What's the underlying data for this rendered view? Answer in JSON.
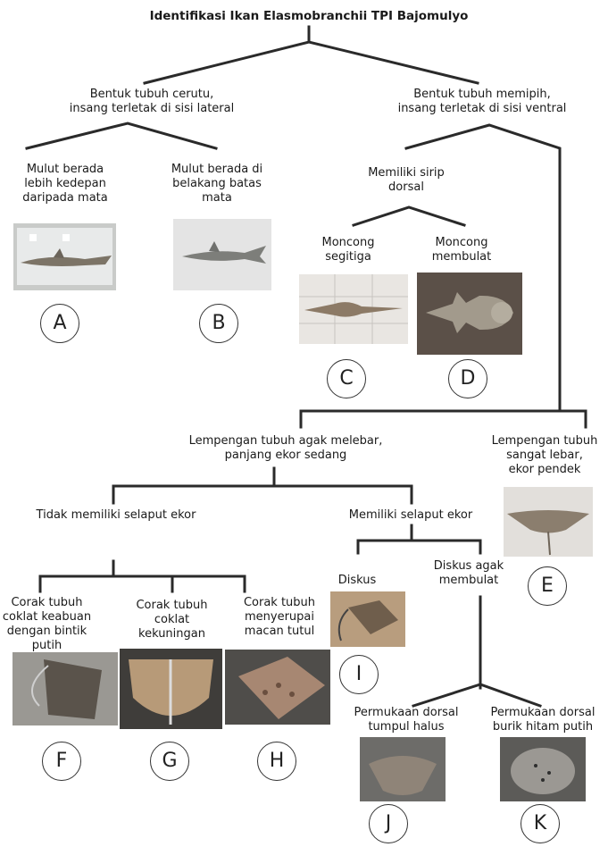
{
  "title": "Identifikasi Ikan Elasmobranchii TPI Bajomulyo",
  "nodes": {
    "cerutu": "Bentuk tubuh cerutu,\ninsang terletak di sisi lateral",
    "memipih": "Bentuk tubuh memipih,\ninsang terletak di sisi ventral",
    "mulut_depan": "Mulut berada\nlebih kedepan\ndaripada mata",
    "mulut_belakang": "Mulut berada di\nbelakang batas\nmata",
    "sirip_dorsal": "Memiliki sirip\ndorsal",
    "moncong_segitiga": "Moncong\nsegitiga",
    "moncong_membulat": "Moncong\nmembulat",
    "agak_melebar": "Lempengan tubuh agak melebar,\npanjang ekor sedang",
    "sangat_lebar": "Lempengan tubuh\nsangat lebar,\nekor pendek",
    "tidak_selaput": "Tidak memiliki selaput ekor",
    "memiliki_selaput": "Memiliki selaput ekor",
    "diskus": "Diskus",
    "diamond": "diamond",
    "diskus_membulat": "Diskus agak\nmembulat",
    "coklat_keabuan": "Corak tubuh\ncoklat keabuan\ndengan bintik\nputih",
    "coklat_kekuningan": "Corak tubuh\ncoklat\nkekuningan",
    "macan_tutul": "Corak tubuh\nmenyerupai\nmacan tutul",
    "tumpul_halus": "Permukaan dorsal\ntumpul halus",
    "burik": "Permukaan dorsal\nburik hitam putih"
  },
  "labels": {
    "A": "A",
    "B": "B",
    "C": "C",
    "D": "D",
    "E": "E",
    "F": "F",
    "G": "G",
    "H": "H",
    "I": "I",
    "J": "J",
    "K": "K"
  }
}
